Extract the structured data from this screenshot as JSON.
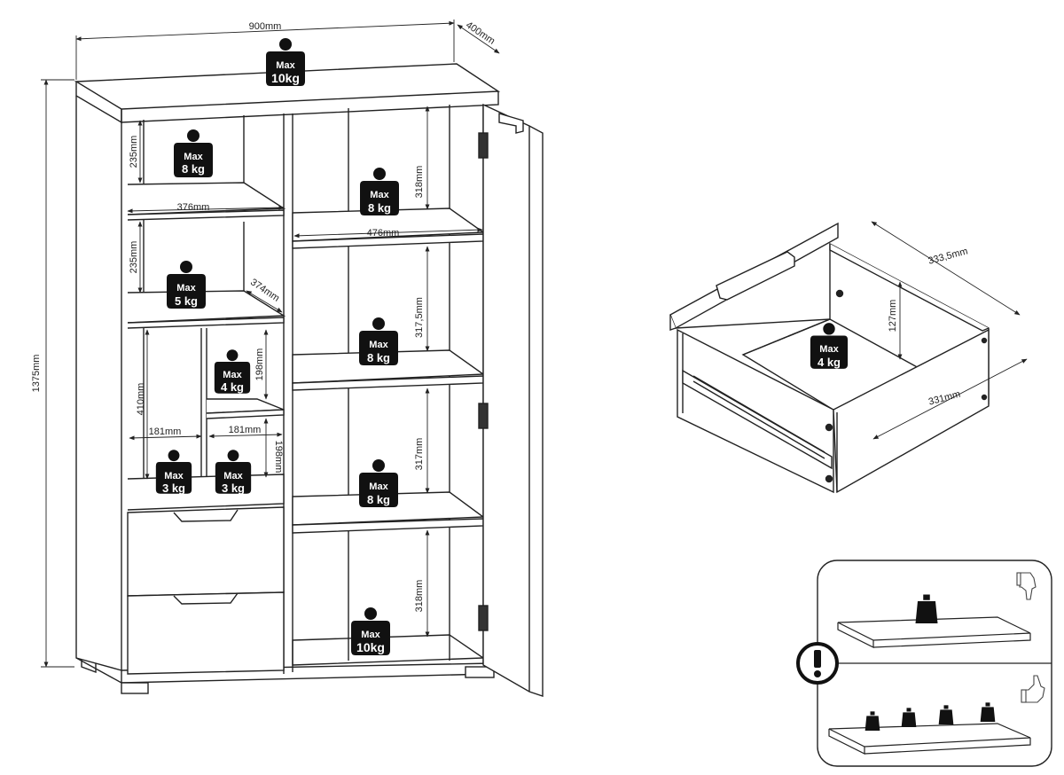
{
  "dimensions": {
    "width": "900mm",
    "depth": "400mm",
    "height": "1375mm",
    "left_top_gap": "235mm",
    "left_top_width": "376mm",
    "left_mid_gap": "235mm",
    "left_depth": "374mm",
    "left_low_height": "410mm",
    "small_top_gap": "198mm",
    "small_bottom_gap": "198mm",
    "small_width_1": "181mm",
    "small_width_2": "181mm",
    "right_gap_1": "318mm",
    "right_width": "476mm",
    "right_gap_2": "317,5mm",
    "right_gap_3": "317mm",
    "right_gap_4": "318mm",
    "drawer_length": "333,5mm",
    "drawer_height": "127mm",
    "drawer_width": "331mm"
  },
  "loads": {
    "max_word": "Max",
    "top": "10kg",
    "left_top": "8 kg",
    "left_mid": "5 kg",
    "small_upper": "4 kg",
    "small_lower_left": "3 kg",
    "small_lower_right": "3 kg",
    "right_1": "8 kg",
    "right_2": "8 kg",
    "right_3": "8 kg",
    "right_bottom": "10kg",
    "drawer": "4 kg"
  }
}
